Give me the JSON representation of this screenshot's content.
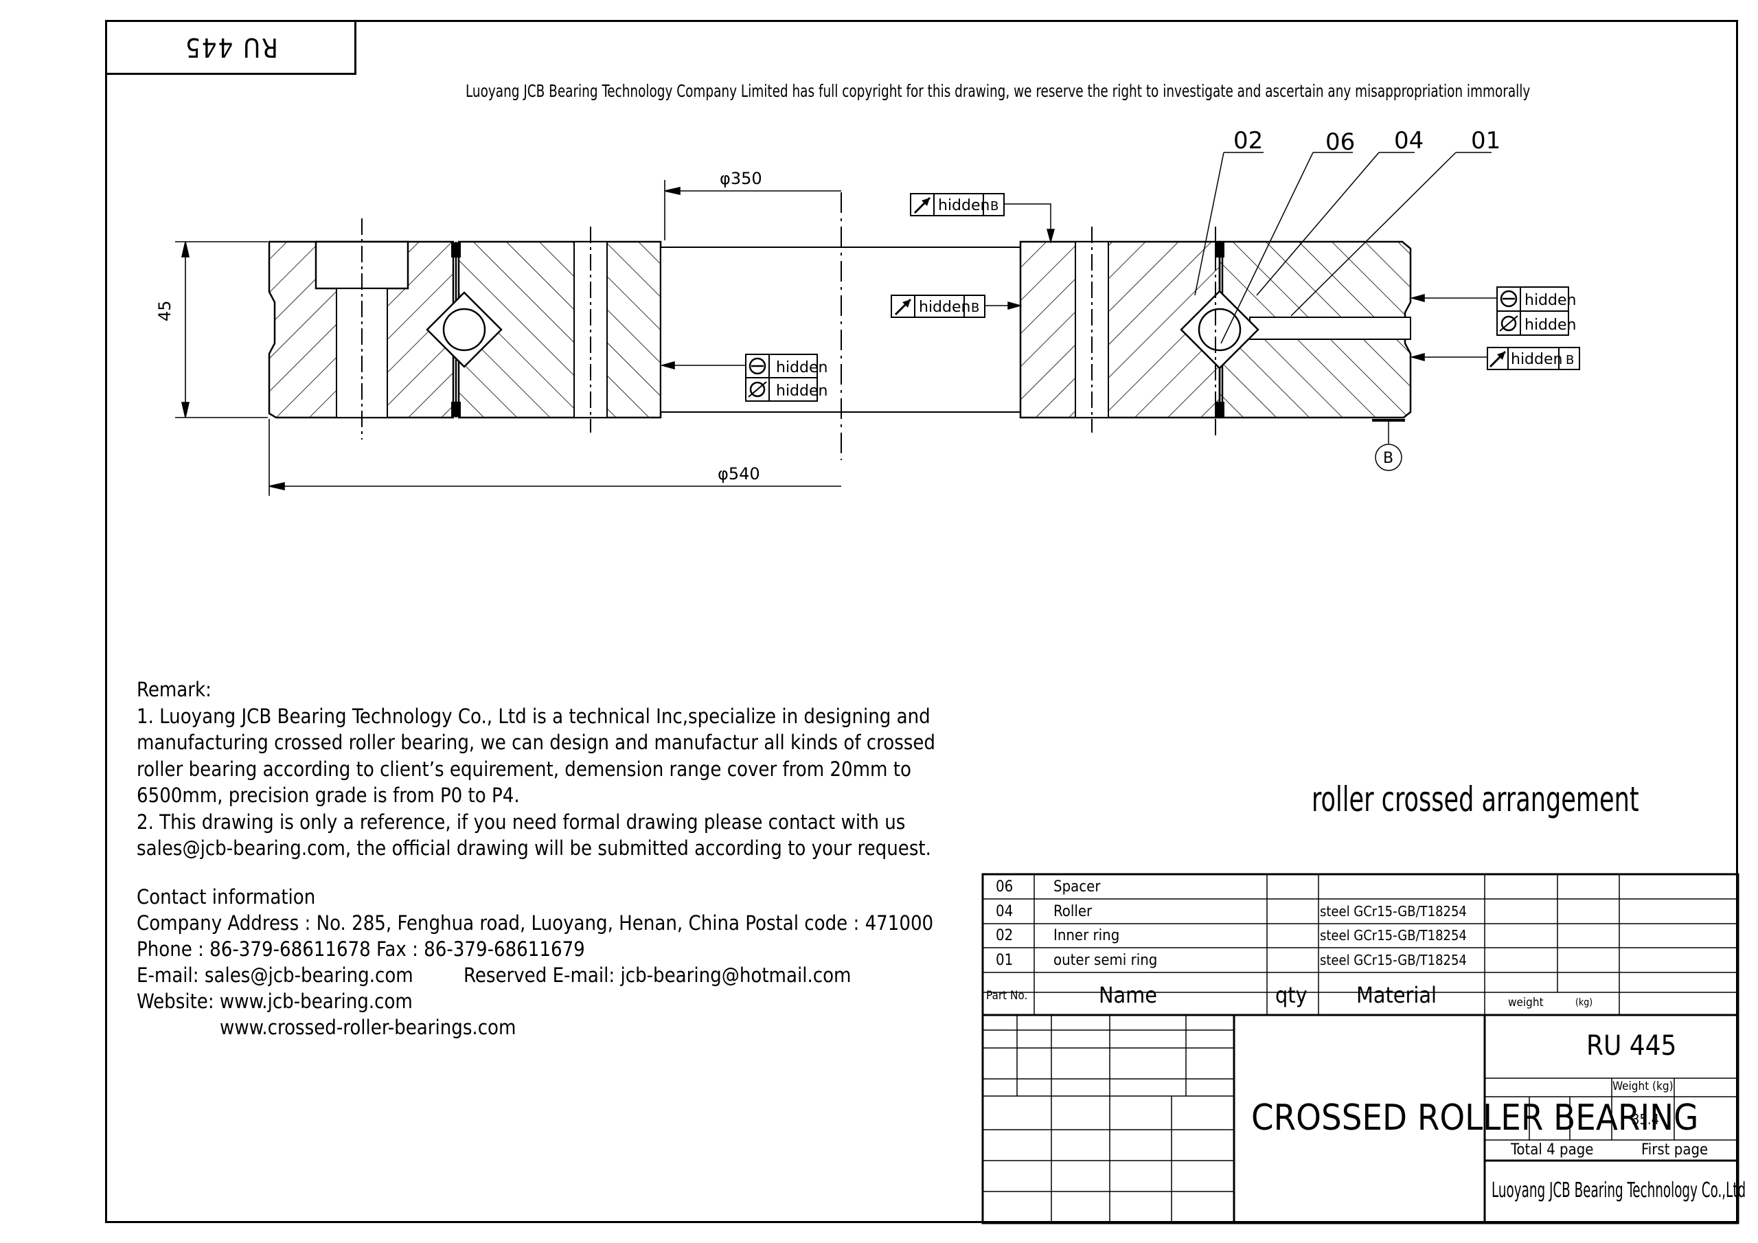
{
  "drawing_number_stamp": "RU 445",
  "copyright": "Luoyang JCB Bearing Technology Company Limited has full copyright for this drawing, we reserve the right to investigate and ascertain any misappropriation immorally",
  "dimensions": {
    "bore": "φ350",
    "outer": "φ540",
    "height": "45"
  },
  "part_callouts": [
    "02",
    "06",
    "04",
    "01"
  ],
  "datum": "B",
  "tolerance_frames": [
    {
      "symbol": "runout-icon",
      "value": "hidden",
      "datum": "B"
    },
    {
      "symbol": "runout-icon",
      "value": "hidden",
      "datum": "B"
    },
    {
      "symbol": "roundness-icon",
      "value": "hidden"
    },
    {
      "symbol": "cylindricity-icon",
      "value": "hidden"
    },
    {
      "symbol": "roundness-icon",
      "value": "hidden"
    },
    {
      "symbol": "cylindricity-icon",
      "value": "hidden"
    },
    {
      "symbol": "runout-icon",
      "value": "hidden",
      "datum": "B"
    }
  ],
  "remark": {
    "heading": "Remark:",
    "lines": [
      "1. Luoyang JCB Bearing Technology Co., Ltd is a technical Inc,specialize in designing and",
      "manufacturing crossed roller bearing, we can design and manufactur all kinds of crossed",
      "roller bearing according to client’s equirement, demension range cover from 20mm to",
      "6500mm, precision grade is from P0 to P4.",
      "2. This drawing is only a reference, if you need formal drawing please contact with us",
      "sales@jcb-bearing.com, the official drawing will be submitted according to your request."
    ]
  },
  "contact": {
    "heading": "Contact information",
    "address": "Company Address :  No. 285, Fenghua road, Luoyang, Henan, China  Postal code : 471000",
    "phone": "Phone : 86-379-68611678 Fax : 86-379-68611679",
    "email": "E-mail: sales@jcb-bearing.com",
    "reserved_email": "Reserved E-mail: jcb-bearing@hotmail.com",
    "website_label": "Website: www.jcb-bearing.com",
    "website_2": "www.crossed-roller-bearings.com"
  },
  "arrangement_note": "roller crossed arrangement",
  "parts_list": [
    {
      "no": "06",
      "name": "Spacer",
      "qty": "",
      "material": ""
    },
    {
      "no": "04",
      "name": "Roller",
      "qty": "",
      "material": "steel GCr15-GB/T18254"
    },
    {
      "no": "02",
      "name": "Inner ring",
      "qty": "",
      "material": "steel GCr15-GB/T18254"
    },
    {
      "no": "01",
      "name": "outer semi ring",
      "qty": "",
      "material": "steel GCr15-GB/T18254"
    }
  ],
  "parts_header": {
    "part_no": "Part No.",
    "name": "Name",
    "qty": "qty",
    "material": "Material",
    "weight": "weight",
    "weight_unit": "(kg)"
  },
  "title_block": {
    "product_name": "CROSSED ROLLER BEARING",
    "model": "RU 445",
    "weight_label": "Weight (kg)",
    "weight_value": "35.4",
    "total_pages": "Total 4 page",
    "first_page": "First page",
    "company": "Luoyang JCB Bearing Technology Co.,Ltd"
  }
}
